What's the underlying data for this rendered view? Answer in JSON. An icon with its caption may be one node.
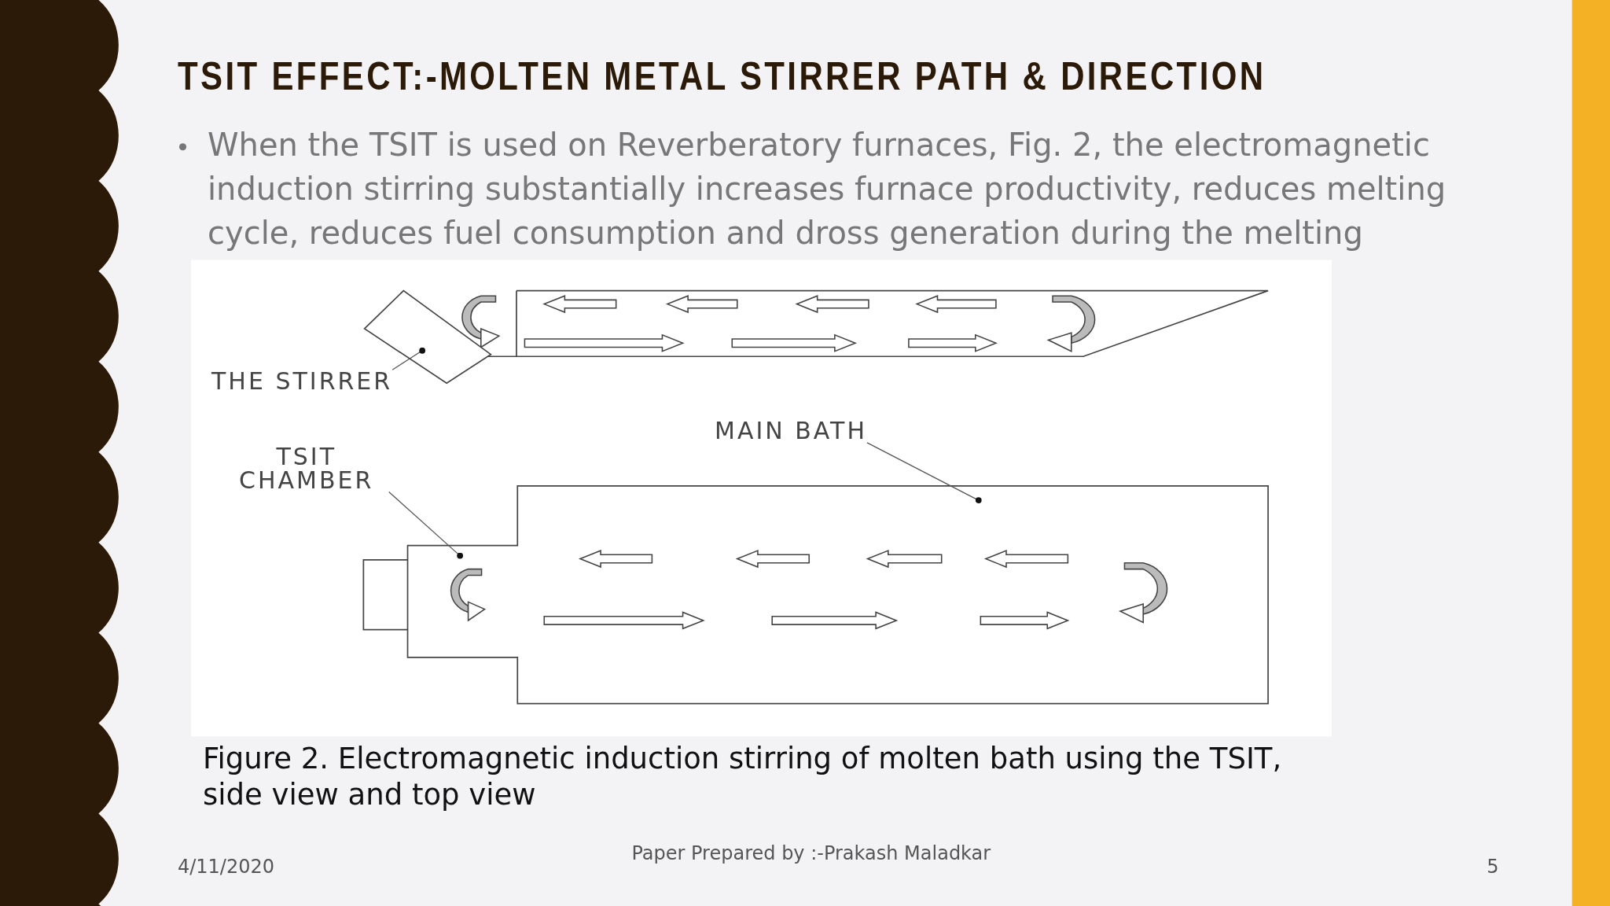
{
  "diagram": {
    "title": "TSIT EFFECT:-MOLTEN METAL STIRRER PATH & DIRECTION",
    "caption": "Figure 2. Electromagnetic induction stirring of molten bath using the TSIT, side view and top view",
    "nodes": [
      {
        "text": [
          "THE STIRRER"
        ]
      },
      {
        "text": [],
        "shape": "box"
      },
      {
        "text": [
          "TSIT CHAMBER"
        ]
      },
      {
        "text": [
          "MAIN BATH"
        ]
      }
    ],
    "edges": [
      {
        "from": 0,
        "to": 1,
        "arrow": "other"
      },
      {
        "from": 2,
        "to": null,
        "arrow": "other"
      },
      {
        "from": 3,
        "to": null,
        "arrow": "other"
      }
    ],
    "labels": [
      "When the TSIT is used on Reverberatory furnaces, Fig. 2, the electromagnetic induction stirring substantially increases furnace productivity, reduces melting cycle, reduces fuel consumption and dross generation during the melting",
      "4/11/2020",
      "Paper Prepared by :-Prakash Maladkar",
      "5"
    ]
  }
}
